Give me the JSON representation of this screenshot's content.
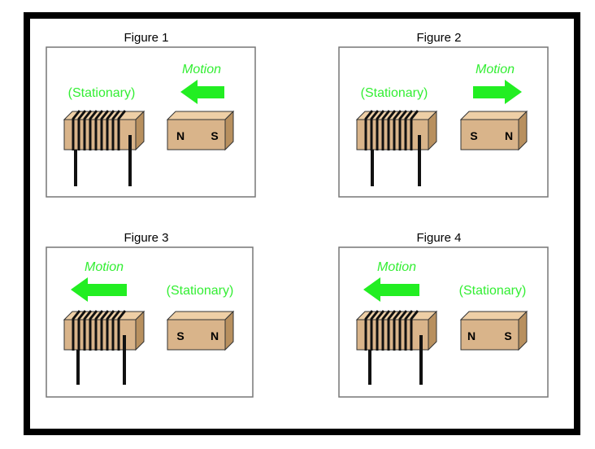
{
  "header": {
    "partial_heading": ""
  },
  "colors": {
    "frame": "#000000",
    "panel_border": "#777777",
    "wood_front": "#d9b48a",
    "wood_top": "#eecfa6",
    "wood_side": "#b8905f",
    "motion_green": "#22ee22",
    "label_green": "#33ee33",
    "coil": "#111111"
  },
  "figures": [
    {
      "title": "Figure 1",
      "coil_label": "(Stationary)",
      "magnet_motion": "Motion",
      "magnet_poles": [
        "N",
        "S"
      ],
      "moving": "magnet",
      "arrow_direction": "left"
    },
    {
      "title": "Figure 2",
      "coil_label": "(Stationary)",
      "magnet_motion": "Motion",
      "magnet_poles": [
        "S",
        "N"
      ],
      "moving": "magnet",
      "arrow_direction": "right"
    },
    {
      "title": "Figure 3",
      "coil_motion": "Motion",
      "magnet_label": "(Stationary)",
      "magnet_poles": [
        "S",
        "N"
      ],
      "moving": "coil",
      "arrow_direction": "left"
    },
    {
      "title": "Figure 4",
      "coil_motion": "Motion",
      "magnet_label": "(Stationary)",
      "magnet_poles": [
        "N",
        "S"
      ],
      "moving": "coil",
      "arrow_direction": "left"
    }
  ]
}
